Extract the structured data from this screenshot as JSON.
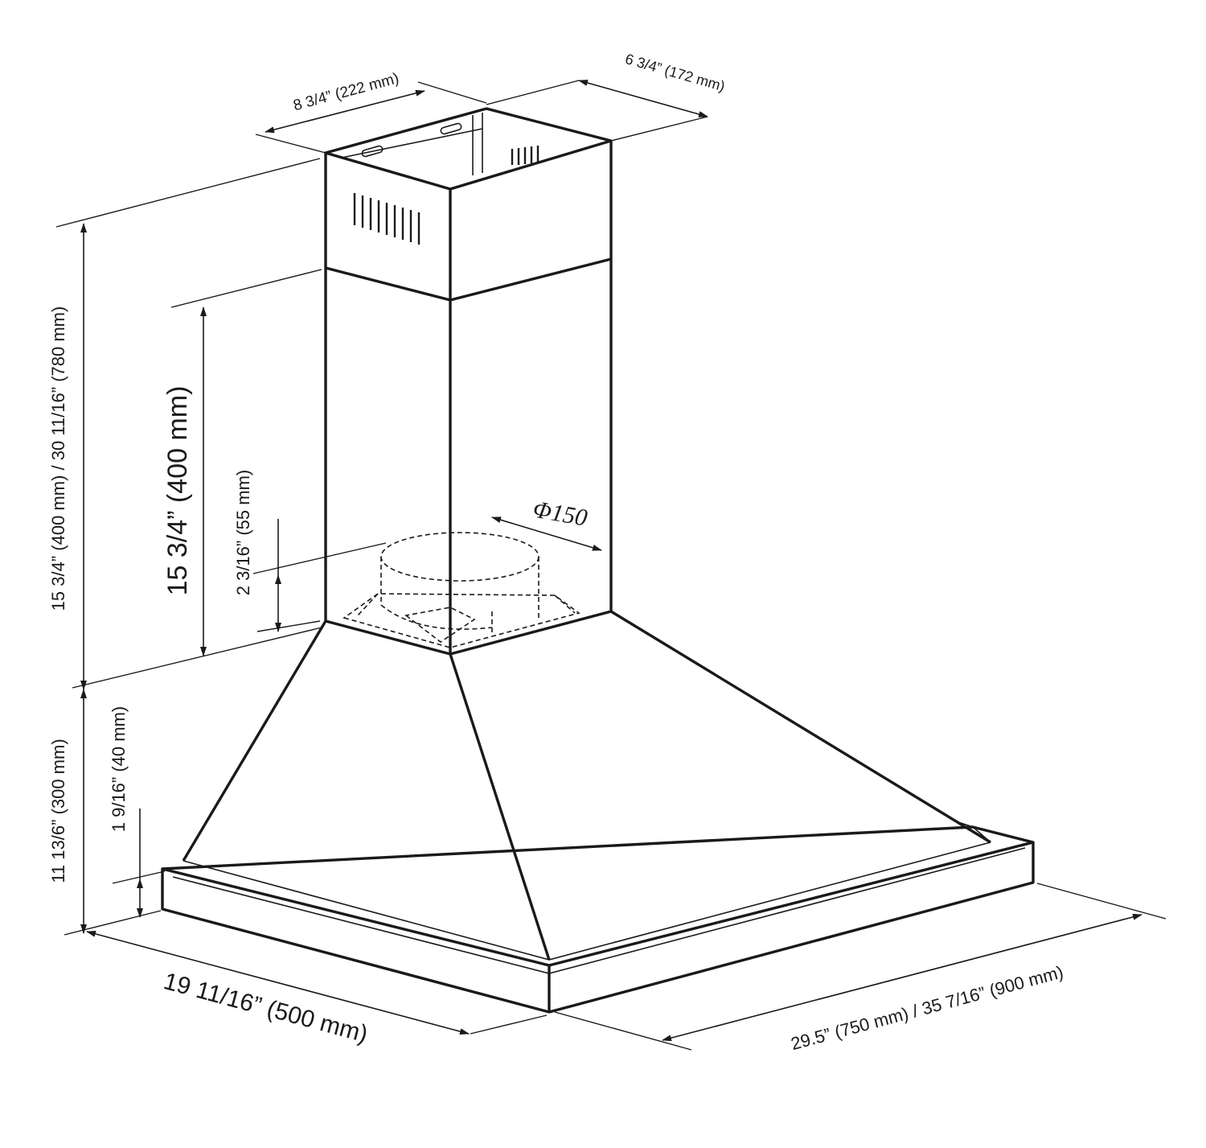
{
  "diagram": {
    "parts": [
      "chimney-upper",
      "chimney-lower",
      "duct-collar",
      "hood-canopy",
      "hood-base-rim"
    ],
    "labels": {
      "top_width": "8 3/4” (222 mm)",
      "top_depth": "6 3/4” (172 mm)",
      "total_height": "15 3/4” (400 mm) / 30 11/16” (780 mm)",
      "lower_chimney_height": "15 3/4” (400 mm)",
      "collar_height": "2 3/16” (55 mm)",
      "duct_diameter": "Φ150",
      "hood_height": "11 13/6” (300 mm)",
      "rim_height": "1 9/16” (40 mm)",
      "hood_depth": "19 11/16” (500 mm)",
      "hood_width": "29.5” (750 mm) / 35 7/16” (900 mm)"
    },
    "colors": {
      "line": "#1a1a1a",
      "background": "#ffffff"
    }
  }
}
